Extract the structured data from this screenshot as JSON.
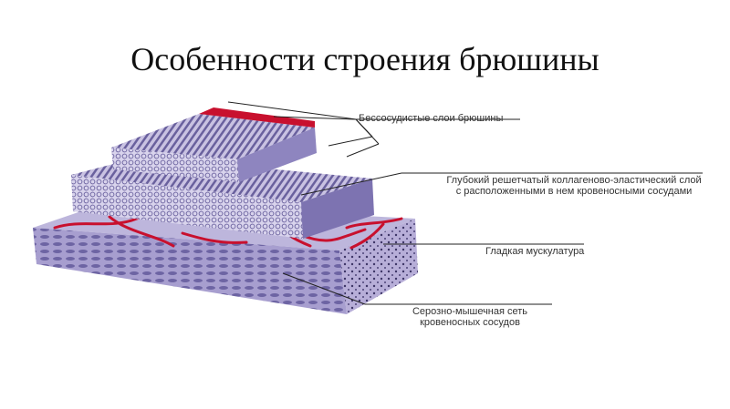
{
  "slide": {
    "title": "Особенности строения брюшины"
  },
  "diagram": {
    "labels": {
      "avascular_layers": "Бессосудистые слои брюшины",
      "deep_lattice_layer": "Глубокий решетчатый коллагеново-эластический слой с расположенными в нем кровеносными сосудами",
      "smooth_muscle": "Гладкая мускулатура",
      "serous_muscular_network": "Серозно-мышечная сеть кровеносных сосудов"
    },
    "colors": {
      "tissue_purple": "#9a8fc4",
      "tissue_light": "#c9c2e2",
      "tissue_dark": "#5f5690",
      "vessel_red": "#c8102e",
      "background": "#ffffff",
      "leader_line": "#222222"
    }
  }
}
